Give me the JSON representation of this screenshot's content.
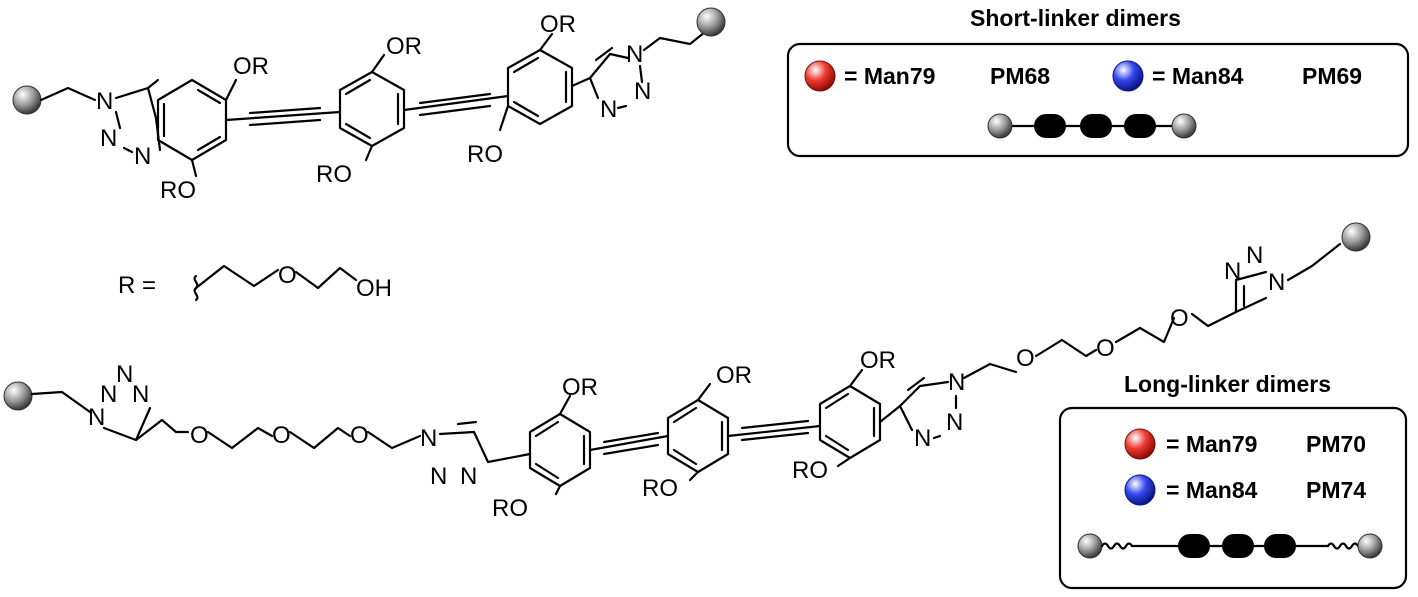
{
  "labels": {
    "OR": "OR",
    "RO": "RO",
    "N": "N",
    "O": "O",
    "OH": "OH",
    "R_def": "R ="
  },
  "short_box": {
    "title": "Short-linker dimers",
    "red_label": "= Man79",
    "red_code": "PM68",
    "blue_label": "= Man84",
    "blue_code": "PM69"
  },
  "long_box": {
    "title": "Long-linker dimers",
    "red_label": "= Man79",
    "red_code": "PM70",
    "blue_label": "= Man84",
    "blue_code": "PM74"
  },
  "colors": {
    "red_sphere": "#e8201c",
    "blue_sphere": "#1c2fe0",
    "gray_sphere": "#8a8a8a"
  }
}
